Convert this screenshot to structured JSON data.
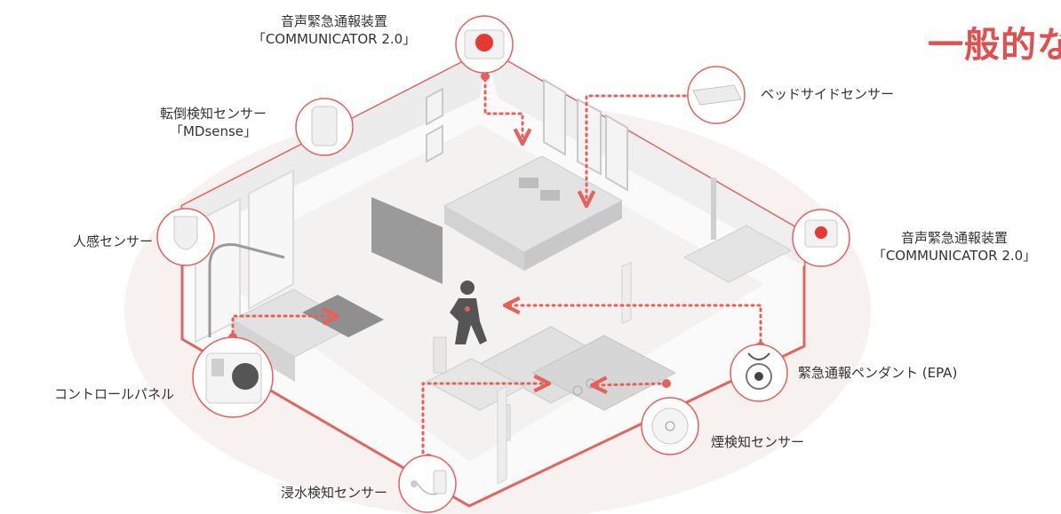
{
  "heading": "一般的な",
  "devices": {
    "communicator_top": {
      "line1": "音声緊急通報装置",
      "line2": "「COMMUNICATOR 2.0」"
    },
    "bedside_sensor": {
      "label": "ベッドサイドセンサー"
    },
    "fall_sensor": {
      "line1": "転倒検知センサー",
      "line2": "「MDsense」"
    },
    "motion_sensor": {
      "label": "人感センサー"
    },
    "communicator_right": {
      "line1": "音声緊急通報装置",
      "line2": "「COMMUNICATOR 2.0」"
    },
    "pendant": {
      "label": "緊急通報ペンダント (EPA)"
    },
    "control_panel": {
      "label": "コントロールパネル"
    },
    "smoke_sensor": {
      "label": "煙検知センサー"
    },
    "flood_sensor": {
      "label": "浸水検知センサー"
    }
  },
  "colors": {
    "accent": "#e8605a",
    "wall_outline": "#e06660",
    "floor": "#f5f3f2",
    "background_disc": "#f7f1ef",
    "furniture": "#d8d8d8",
    "text": "#333333",
    "person": "#555555"
  }
}
